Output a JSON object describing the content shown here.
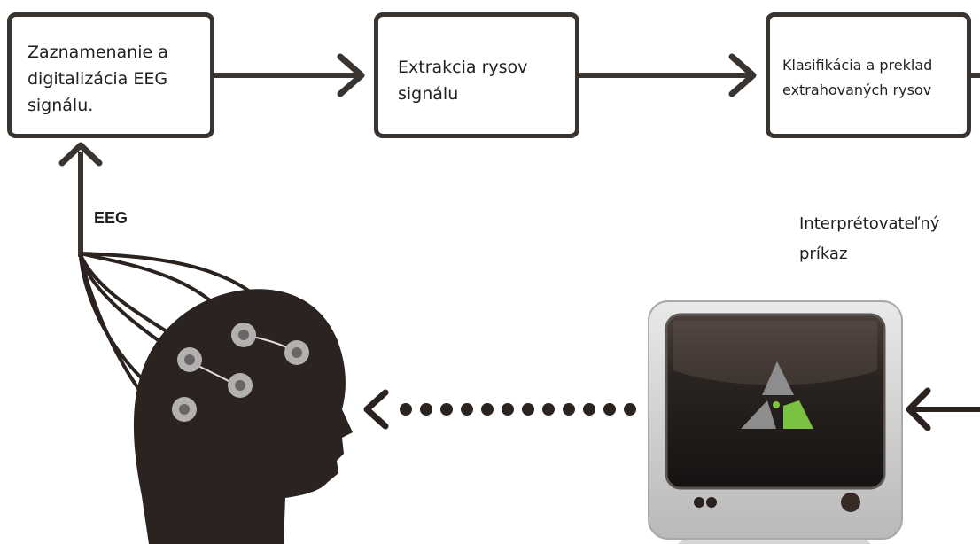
{
  "boxes": [
    {
      "text": "Zaznamenanie a\ndigitalizácia EEG\nsignálu."
    },
    {
      "text": "Extrakcia rysov\nsignálu"
    },
    {
      "text": "Klasifikácia a preklad\nextrahovaných rysov"
    }
  ],
  "labels": {
    "eeg": "EEG",
    "command": "Interprétovateľný\npríkaz"
  },
  "colors": {
    "stroke": "#3a3430",
    "head": "#2b2320",
    "electrode": "#b3b1b0",
    "monitor_bezel": "#c9c9c9",
    "screen": "#1c1a19",
    "logo_gray": "#8d8d8d",
    "logo_green": "#7cc242"
  },
  "icons": [
    "arrow-right-icon",
    "arrow-up-icon",
    "arrow-left-icon",
    "head-icon",
    "electrode-icon",
    "monitor-icon",
    "logo-icon"
  ]
}
